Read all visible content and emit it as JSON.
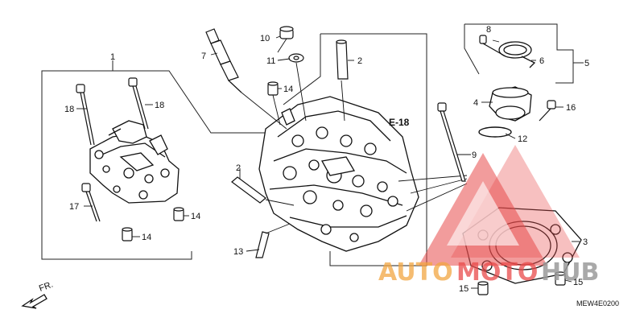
{
  "diagram": {
    "drawing_code": "MEW4E0200",
    "reference": "E-18",
    "direction_label": "FR.",
    "callouts": {
      "c1": "1",
      "c2a": "2",
      "c2b": "2",
      "c3": "3",
      "c4": "4",
      "c5": "5",
      "c6": "6",
      "c7": "7",
      "c8": "8",
      "c9": "9",
      "c10": "10",
      "c11": "11",
      "c12": "12",
      "c13": "13",
      "c14a": "14",
      "c14b": "14",
      "c14c": "14",
      "c15a": "15",
      "c15b": "15",
      "c16": "16",
      "c17": "17",
      "c18a": "18",
      "c18b": "18"
    },
    "watermark": {
      "text": "AUTOMOTOHUB",
      "part1": "AUTO",
      "part2": "MOTO",
      "part3": "HUB",
      "color_orange": "#f2a541",
      "color_red": "#e84a4a",
      "color_gray": "#9a9a9a"
    }
  }
}
